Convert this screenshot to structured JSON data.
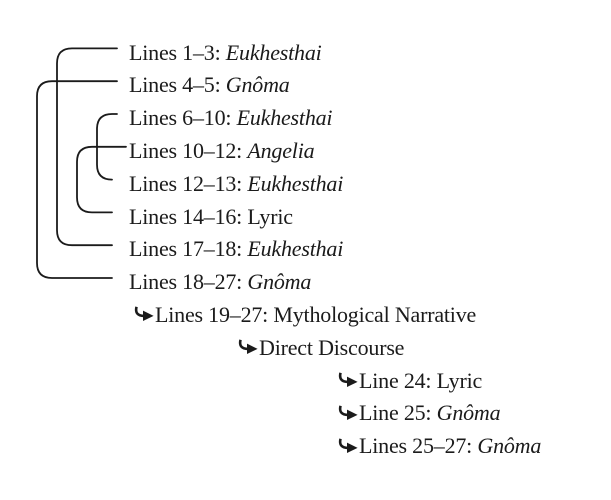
{
  "diagram": {
    "colors": {
      "background": "#ffffff",
      "ink": "#1b1b1b"
    },
    "icons": {
      "branch_arrow": "curved-right-arrow ➥"
    },
    "rows": [
      {
        "label": "Lines 1–3: ",
        "term": "Eukhesthai",
        "term_italic": true,
        "level": 0,
        "arrow": false
      },
      {
        "label": "Lines 4–5: ",
        "term": "Gnôma",
        "term_italic": true,
        "level": 0,
        "arrow": false
      },
      {
        "label": "Lines 6–10: ",
        "term": "Eukhesthai",
        "term_italic": true,
        "level": 0,
        "arrow": false
      },
      {
        "label": "Lines 10–12: ",
        "term": "Angelia",
        "term_italic": true,
        "level": 0,
        "arrow": false
      },
      {
        "label": "Lines 12–13: ",
        "term": "Eukhesthai",
        "term_italic": true,
        "level": 0,
        "arrow": false
      },
      {
        "label": "Lines 14–16: ",
        "term": "Lyric",
        "term_italic": false,
        "level": 0,
        "arrow": false
      },
      {
        "label": "Lines 17–18: ",
        "term": "Eukhesthai",
        "term_italic": true,
        "level": 0,
        "arrow": false
      },
      {
        "label": "Lines 18–27: ",
        "term": "Gnôma",
        "term_italic": true,
        "level": 0,
        "arrow": false
      },
      {
        "label": "Lines 19–27: ",
        "term": "Mythological Narrative",
        "term_italic": false,
        "level": 1,
        "arrow": true
      },
      {
        "label": "Direct Discourse",
        "term": "",
        "term_italic": false,
        "level": 2,
        "arrow": true
      },
      {
        "label": "Line 24: ",
        "term": "Lyric",
        "term_italic": false,
        "level": 3,
        "arrow": true
      },
      {
        "label": "Line 25: ",
        "term": "Gnôma",
        "term_italic": true,
        "level": 3,
        "arrow": true
      },
      {
        "label": "Lines 25–27: ",
        "term": "Gnôma",
        "term_italic": true,
        "level": 3,
        "arrow": true
      }
    ],
    "brackets": [
      {
        "from_row": 1,
        "to_row": 7,
        "depth": 0
      },
      {
        "from_row": 0,
        "to_row": 6,
        "depth": 1
      },
      {
        "from_row": 3,
        "to_row": 5,
        "depth": 2
      },
      {
        "from_row": 2,
        "to_row": 4,
        "depth": 3
      }
    ]
  }
}
